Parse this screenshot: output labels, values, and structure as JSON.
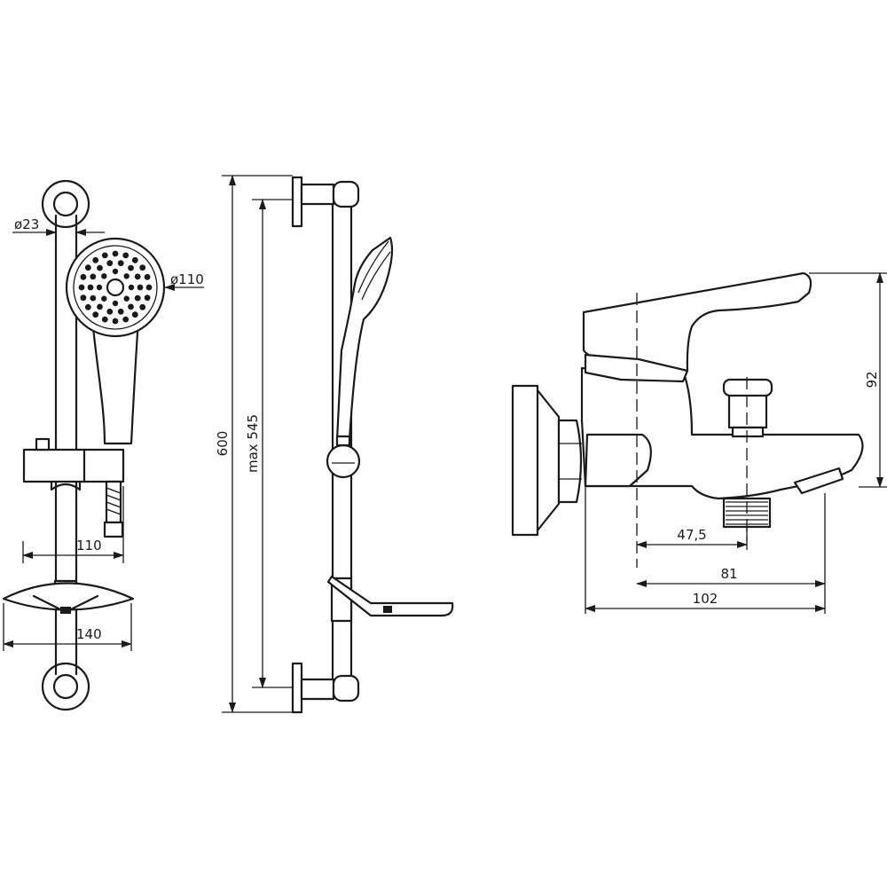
{
  "dimensions": {
    "rail_diameter": "ø23",
    "head_diameter": "ø110",
    "holder_width": "110",
    "soap_dish_width": "140",
    "rail_length": "600",
    "max_adjust": "max 545",
    "mixer_height": "92",
    "mixer_outlet": "47,5",
    "mixer_spout": "81",
    "mixer_total": "102"
  }
}
